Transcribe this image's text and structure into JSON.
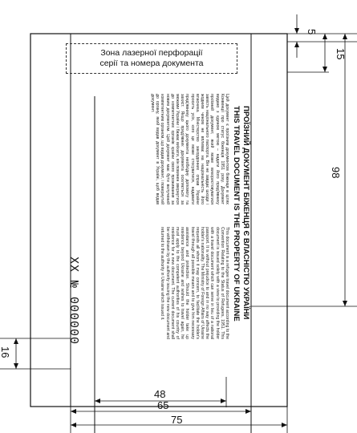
{
  "perforation_zone": {
    "line1": "Зона лазерної перфорації",
    "line2": "серії та номера документа"
  },
  "title_ua": "ПРОЇЗНИЙ ДОКУМЕНТ БІЖЕНЦЯ Є ВЛАСНІСТЮ УКРАЇНИ",
  "title_en": "THIS TRAVEL DOCUMENT IS THE PROPERTY OF UKRAINE",
  "text_ua": "Цей документ є проїзним документом біженця в цілях Конвенції про статус біженців 1951 року. Документ видано з єдиною метою – надати його пред'явнику проїзний документ, який може використовуватися замість національного паспорта. Він не завдає шкоди і жодним чином не впливає на національність його власника. Міністерство закордонних справ України просить усіх, кого це може стосуватися, надавати пред'явнику цього документа необхідну допомогу та захист. Якщо пред'явник документа оселяється за межами України і бажає виїхати, він повинен звернутися до компетентних органів країни свого проживання за новим документом. Цей документ має бути вилучений компетентним органом, що видав документ, і повернутий до органу, який видав документ в Україні, щоб видав документ.",
  "text_en": "This document is a refugee travel document according to the Convention Relating to the Status of Refugees, 1951. This document is issued solely with a view to providing the holder with a travel document which can serve in lieu of a national passport. It is without prejudice to and in no way affects the holder's nationality. The Ministry of Foreign Affairs of Ukraine requests all whom it may concern, to facilitate the holder's travel through all possible means and to give him necessary assistance and protection. Should the holder take up residence beyond Ukraine and wishes to travel again, he must apply to the competent authorities of his country of residence for a new document. The current document shall be withdrawn by the authority issuing the new document and returned to the authority in Ukraine which issued it.",
  "serial": "XX № 000000",
  "dimensions": {
    "d5": "5",
    "d15": "15",
    "d98": "98",
    "d16": "16",
    "d48": "48",
    "d65": "65",
    "d75": "75"
  }
}
